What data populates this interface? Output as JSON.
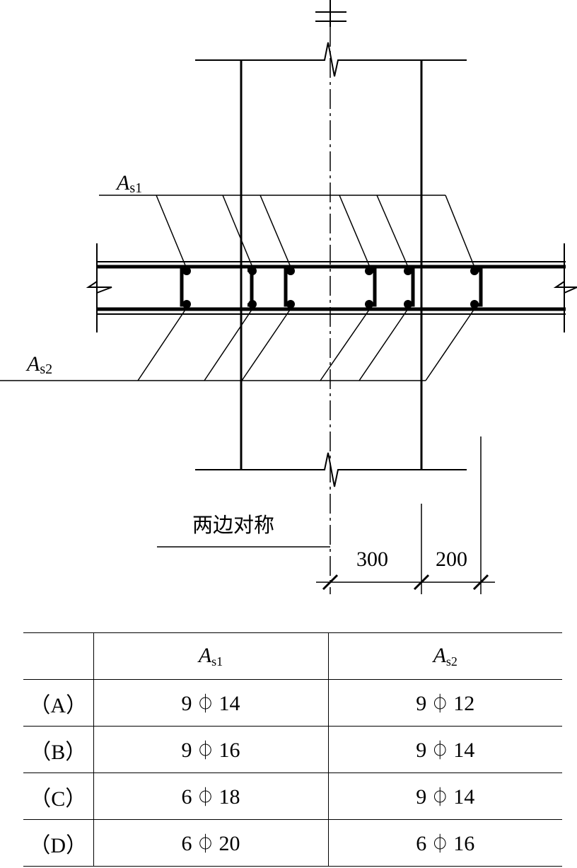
{
  "drawing": {
    "label_as1": {
      "main": "A",
      "sub": "s1"
    },
    "label_as2": {
      "main": "A",
      "sub": "s2"
    },
    "note": "两边对称",
    "dim_1": "300",
    "dim_2": "200"
  },
  "table": {
    "header": {
      "blank": "",
      "col1": {
        "main": "A",
        "sub": "s1"
      },
      "col2": {
        "main": "A",
        "sub": "s2"
      }
    },
    "rows": [
      {
        "option": "（A）",
        "as1": {
          "n": "9",
          "d": "14"
        },
        "as2": {
          "n": "9",
          "d": "12"
        }
      },
      {
        "option": "（B）",
        "as1": {
          "n": "9",
          "d": "16"
        },
        "as2": {
          "n": "9",
          "d": "14"
        }
      },
      {
        "option": "（C）",
        "as1": {
          "n": "6",
          "d": "18"
        },
        "as2": {
          "n": "9",
          "d": "14"
        }
      },
      {
        "option": "（D）",
        "as1": {
          "n": "6",
          "d": "20"
        },
        "as2": {
          "n": "6",
          "d": "16"
        }
      }
    ],
    "rebar_symbol": "⏀"
  }
}
